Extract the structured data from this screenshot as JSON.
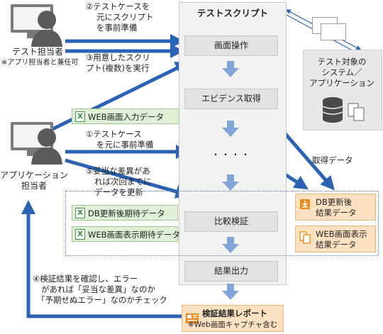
{
  "script_panel": {
    "title": "テストスクリプト"
  },
  "steps": [
    "画面操作",
    "エビデンス取得",
    "・・・・",
    "比較検証",
    "結果出力"
  ],
  "actors": {
    "tester": {
      "label": "テスト担当者",
      "note": "※アプリ担当者と兼任可"
    },
    "app_owner": {
      "label_line1": "アプリケーション",
      "label_line2": "担当者"
    }
  },
  "system": {
    "line1": "テスト対象の",
    "line2": "システム／",
    "line3": "アプリケーション"
  },
  "annotations": {
    "a2": [
      "②テストケースを",
      "元にスクリプト",
      "を事前準備"
    ],
    "a3": [
      "③用意したスクリ",
      "プト(複数)を実行"
    ],
    "a1": [
      "①テストケース",
      "を元に事前準備"
    ],
    "a5": [
      "⑤妥当な差異があ",
      "れば次回までに",
      "データを更新"
    ],
    "a4": [
      "④検証結果を確認し、エラー",
      "があれば「妥当な差異」なのか",
      "「予期せぬエラー」なのかチェック"
    ],
    "acquired": "取得データ"
  },
  "green_tags": {
    "web_input": "WEB画面入力データ",
    "db_expected": "DB更新後期待データ",
    "web_expected": "WEB画面表示期待データ",
    "icon_letter": "X"
  },
  "orange_tags": {
    "db_result": [
      "DB更新後",
      "結果データ"
    ],
    "web_result": [
      "WEB画面表示",
      "結果データ"
    ]
  },
  "report": {
    "line1": "検証結果レポート",
    "line2": "※Web画面キャプチャ含む"
  },
  "colors": {
    "arrow_blue": "#2a62b4",
    "light_arrow": "#7fa6d9",
    "green_bg": "#dff0d6",
    "orange_bg": "#fde2c2",
    "person": "#5a5a5a"
  }
}
